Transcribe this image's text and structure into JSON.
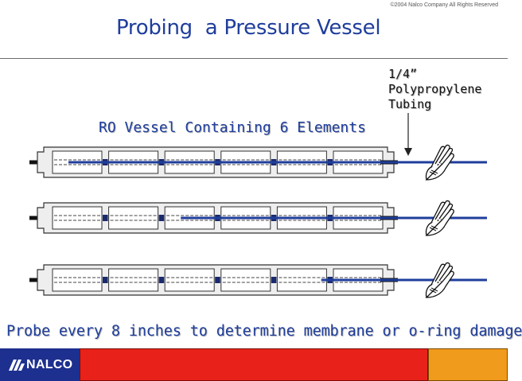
{
  "copyright": "©2004 Nalco Company   All Rights Reserved",
  "title": "Probing  a Pressure Vessel",
  "tubing_label": [
    "1/4”",
    "Polypropylene",
    "Tubing"
  ],
  "vessel_label": "RO Vessel Containing 6 Elements",
  "caption": "Probe every 8 inches to determine membrane or o-ring damage",
  "footer": {
    "logo_text": "NALCO"
  },
  "diagram": {
    "element_count": 6,
    "probe_insertion_elements": [
      6,
      4,
      1.5
    ]
  },
  "colors": {
    "title": "#1f3e9c",
    "probe": "#1f3e9c",
    "vessel_fill": "#eeeeee",
    "footer_logo": "#1d2f8f",
    "footer_red": "#e8221a",
    "footer_orange": "#f19b1c"
  }
}
